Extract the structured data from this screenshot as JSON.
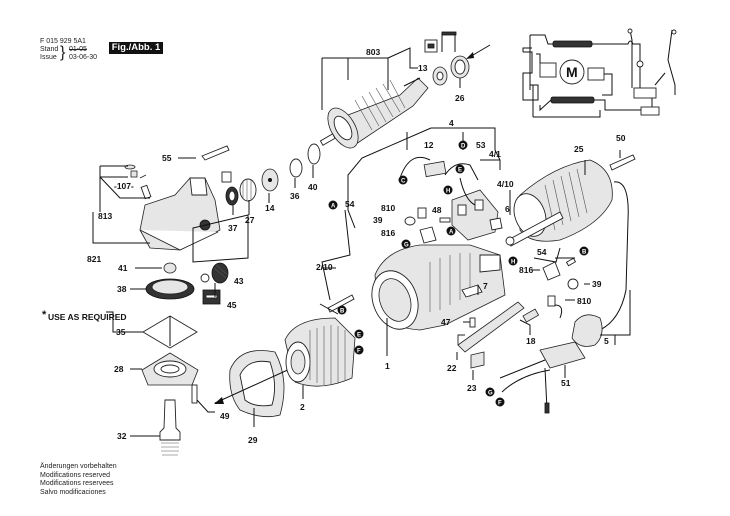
{
  "header": {
    "part_number": "F 015 929 5A1",
    "stand_label": "Stand",
    "issue_label": "Issue",
    "old_date_struck": "01-05",
    "issue_date": "03-06-30",
    "figure_label": "Fig./Abb. 1"
  },
  "note": {
    "use_as_required": "USE AS REQUIRED",
    "asterisk": "*"
  },
  "footer": {
    "lines": [
      "Änderungen vorbehalten",
      "Modifications reserved",
      "Modifications reservees",
      "Salvo modificaciones"
    ]
  },
  "schematic": {
    "motor_label": "M"
  },
  "part_labels": {
    "p803": "803",
    "p13": "13",
    "p26": "26",
    "p55": "55",
    "p107": "-107-",
    "p813": "813",
    "p821": "821",
    "p37": "37",
    "p27": "27",
    "p14": "14",
    "p36": "36",
    "p40": "40",
    "p41": "41",
    "p43": "43",
    "p38": "38",
    "p45": "45",
    "p35": "35",
    "p28": "28",
    "p49": "49",
    "p32": "32",
    "p29": "29",
    "p2": "2",
    "p2_10": "2/10",
    "p1": "1",
    "p4": "4",
    "p12": "12",
    "p53": "53",
    "p4_1": "4/1",
    "p4_10": "4/10",
    "p54a": "54",
    "p810a": "810",
    "p48": "48",
    "p39a": "39",
    "p816a": "816",
    "p6": "6",
    "p25": "25",
    "p50": "50",
    "p54b": "54",
    "p816b": "816",
    "p39b": "39",
    "p810b": "810",
    "p5": "5",
    "p7": "7",
    "p47": "47",
    "p22": "22",
    "p18": "18",
    "p23": "23",
    "p51": "51"
  },
  "connectors": {
    "A": "A",
    "B": "B",
    "C": "C",
    "D": "D",
    "E": "E",
    "F": "F",
    "G": "G",
    "H": "H"
  }
}
